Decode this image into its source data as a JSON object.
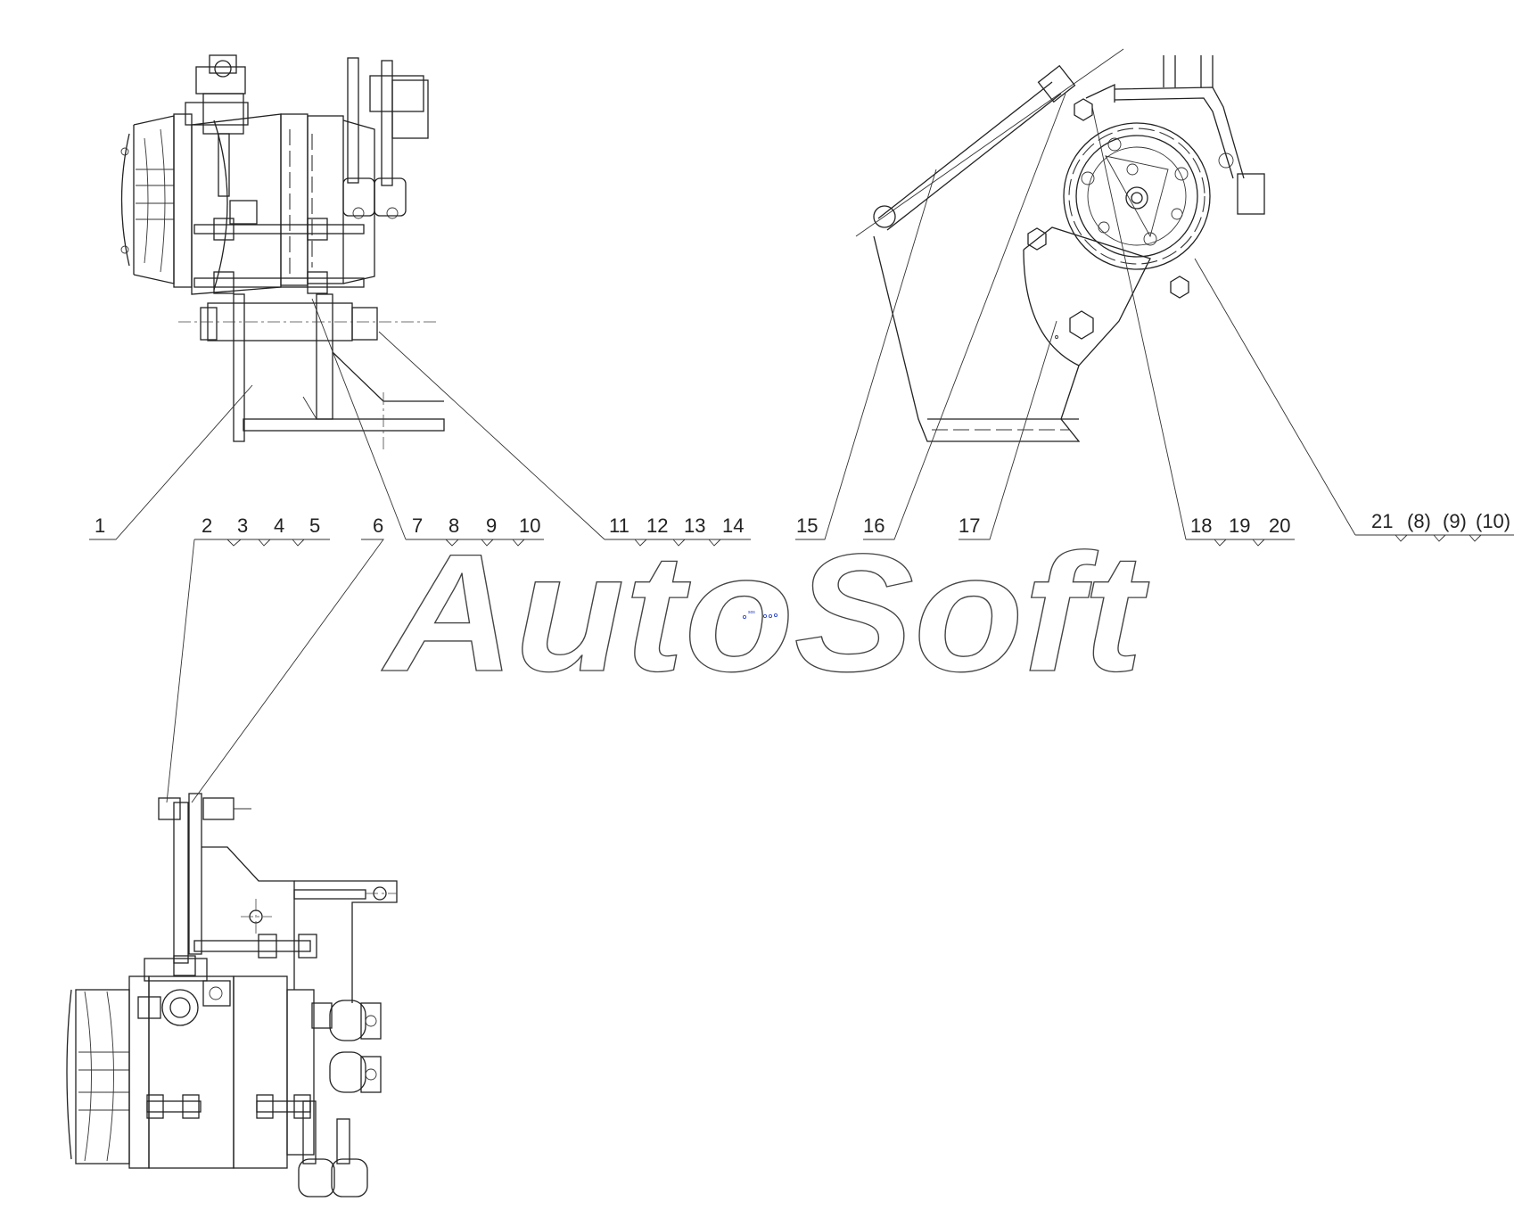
{
  "watermark": "AutoSoft",
  "callouts": [
    {
      "id": "g1",
      "labels": [
        "1"
      ]
    },
    {
      "id": "g2",
      "labels": [
        "2",
        "3",
        "4",
        "5"
      ]
    },
    {
      "id": "g6",
      "labels": [
        "6"
      ]
    },
    {
      "id": "g7",
      "labels": [
        "7",
        "8",
        "9",
        "10"
      ]
    },
    {
      "id": "g11",
      "labels": [
        "11",
        "12",
        "13",
        "14"
      ]
    },
    {
      "id": "g15",
      "labels": [
        "15"
      ]
    },
    {
      "id": "g16",
      "labels": [
        "16"
      ]
    },
    {
      "id": "g17",
      "labels": [
        "17"
      ]
    },
    {
      "id": "g18",
      "labels": [
        "18",
        "19",
        "20"
      ]
    },
    {
      "id": "g21",
      "labels": [
        "21",
        "(8)",
        "(9)",
        "(10)"
      ]
    }
  ],
  "marker_text": "sos",
  "colors": {
    "line": "#222222",
    "background": "#ffffff",
    "marker": "#1b36c9"
  }
}
